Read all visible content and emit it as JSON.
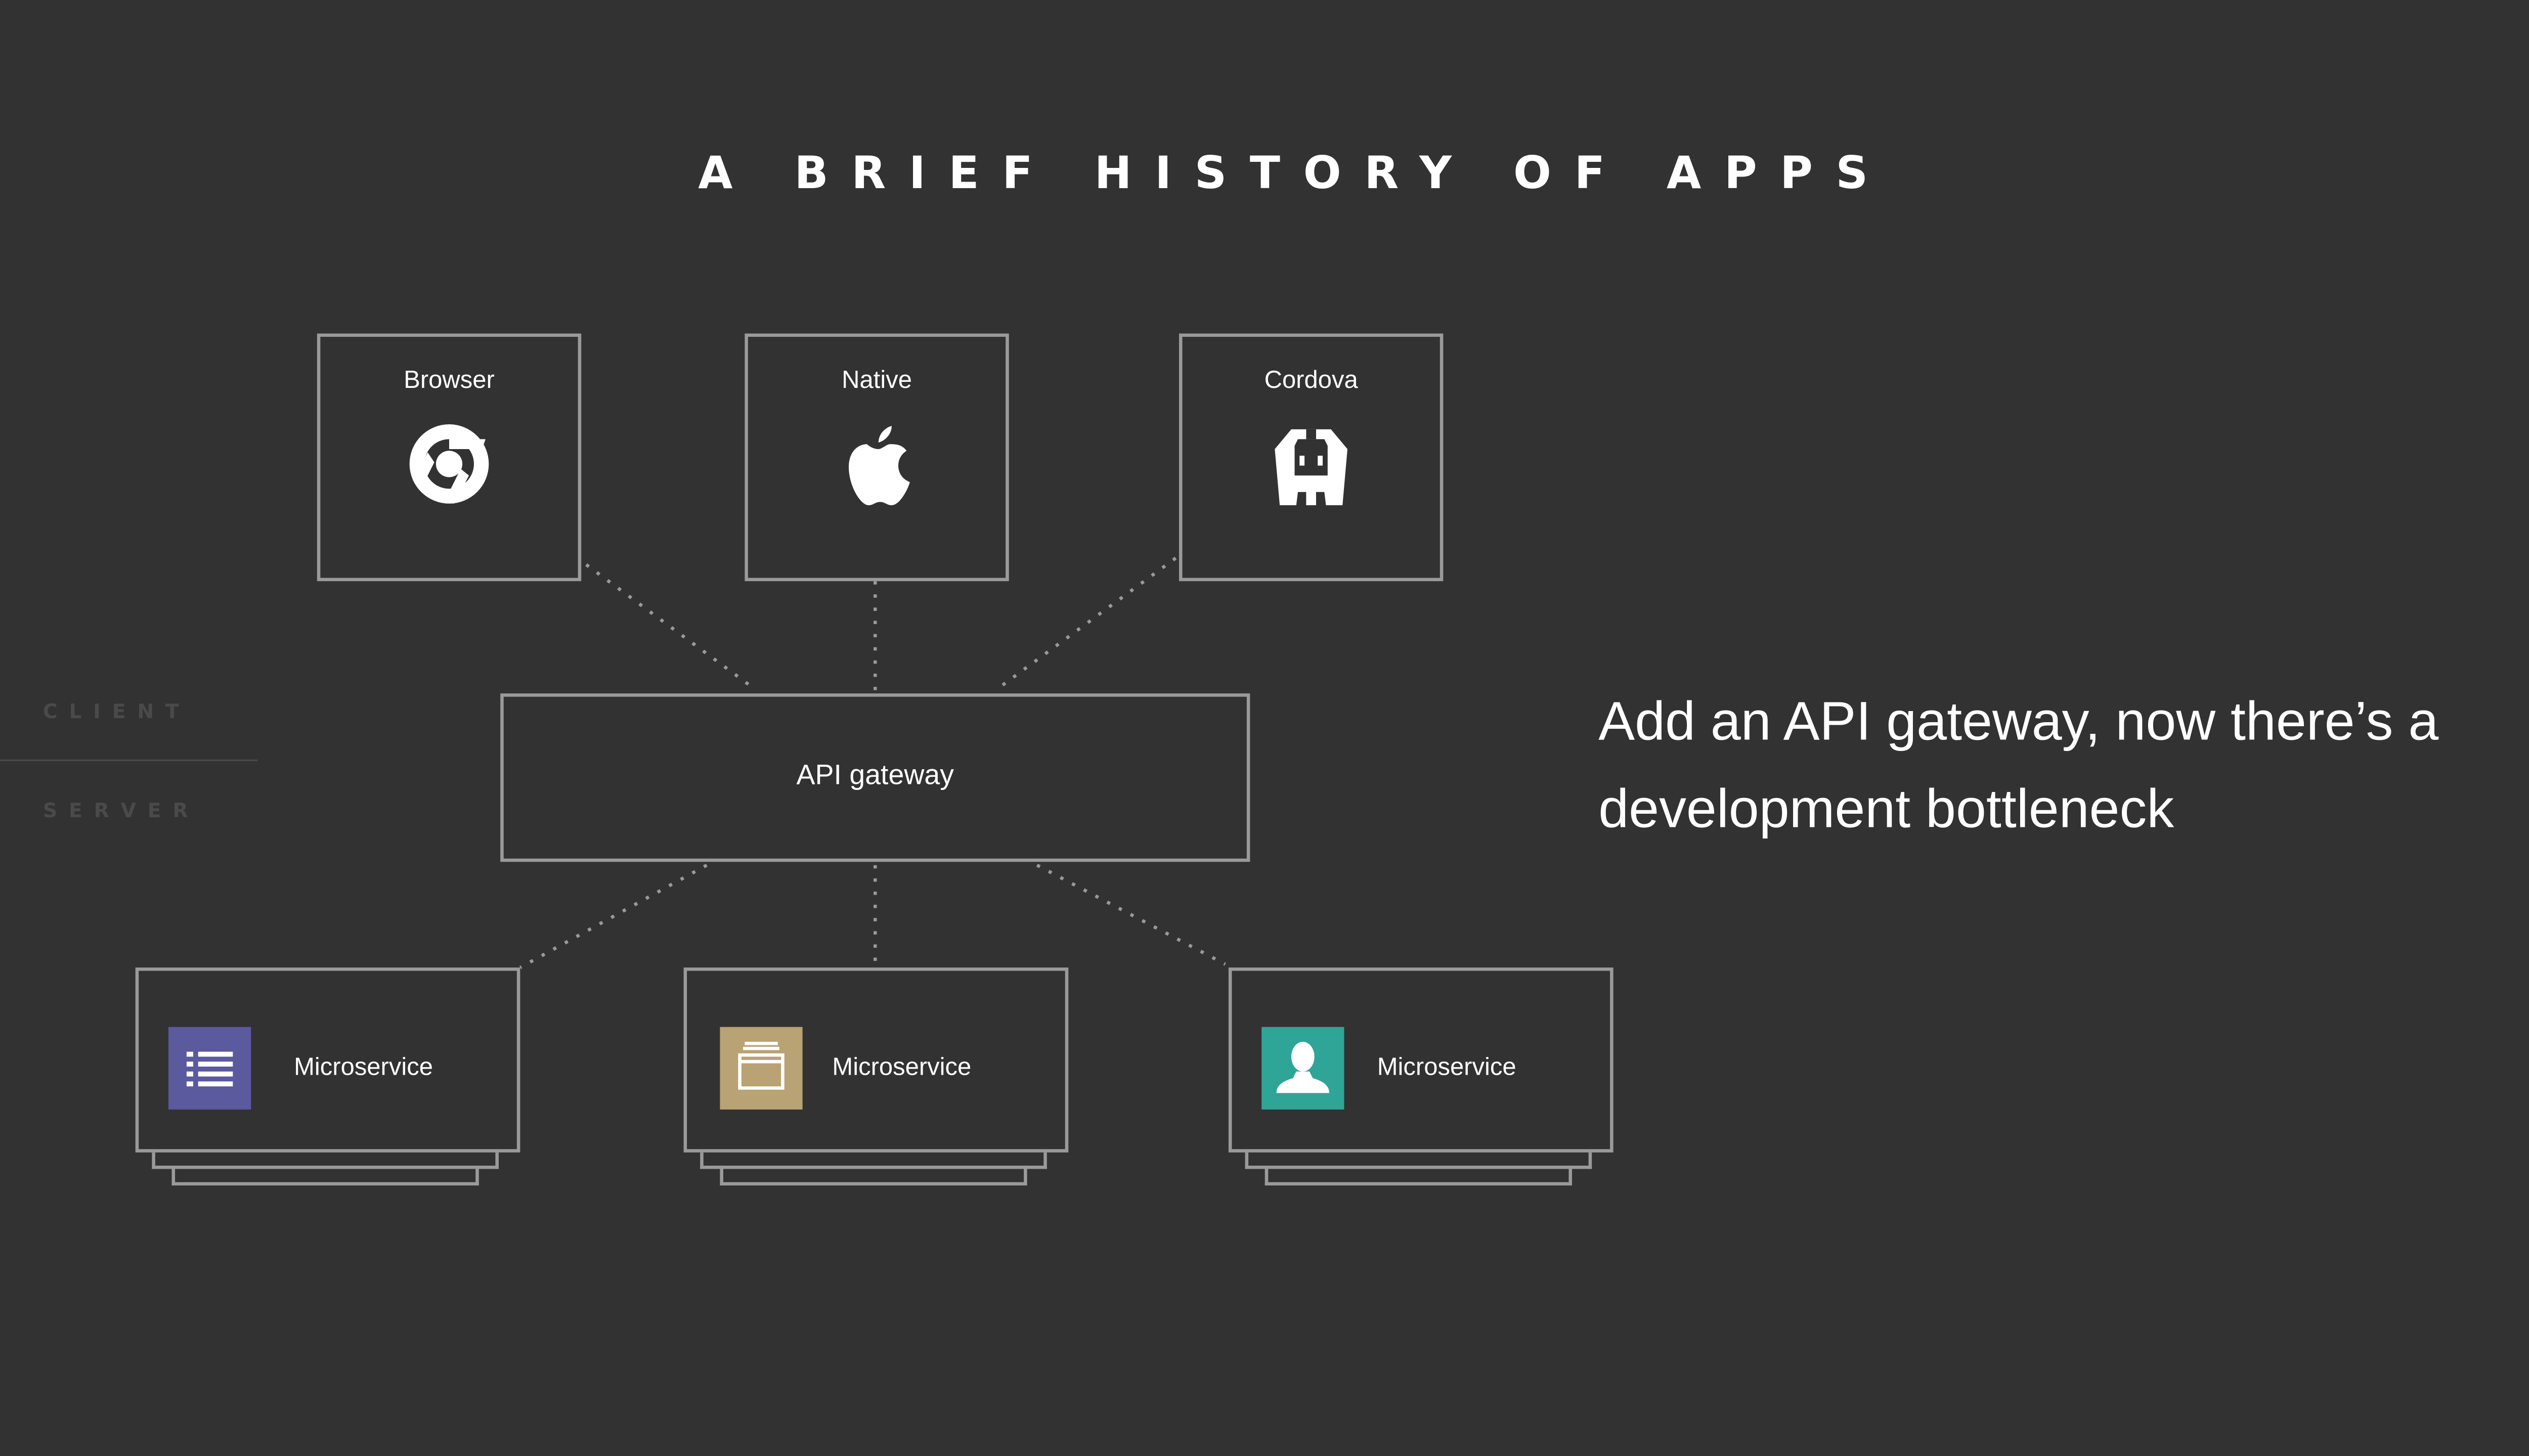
{
  "title": "A BRIEF HISTORY OF APPS",
  "side_labels": {
    "client": "CLIENT",
    "server": "SERVER"
  },
  "clients": [
    {
      "label": "Browser",
      "icon": "chrome-icon"
    },
    {
      "label": "Native",
      "icon": "apple-icon"
    },
    {
      "label": "Cordova",
      "icon": "cordova-icon"
    }
  ],
  "gateway": {
    "label": "API gateway"
  },
  "microservices": [
    {
      "label": "Microservice",
      "icon": "list-icon",
      "color": "#5b5a9e"
    },
    {
      "label": "Microservice",
      "icon": "window-icon",
      "color": "#b9a273"
    },
    {
      "label": "Microservice",
      "icon": "user-icon",
      "color": "#2ea597"
    }
  ],
  "caption": "Add an API gateway, now there’s a development bottleneck",
  "colors": {
    "background": "#323232",
    "border": "#9a9a9a",
    "text": "#ffffff"
  }
}
